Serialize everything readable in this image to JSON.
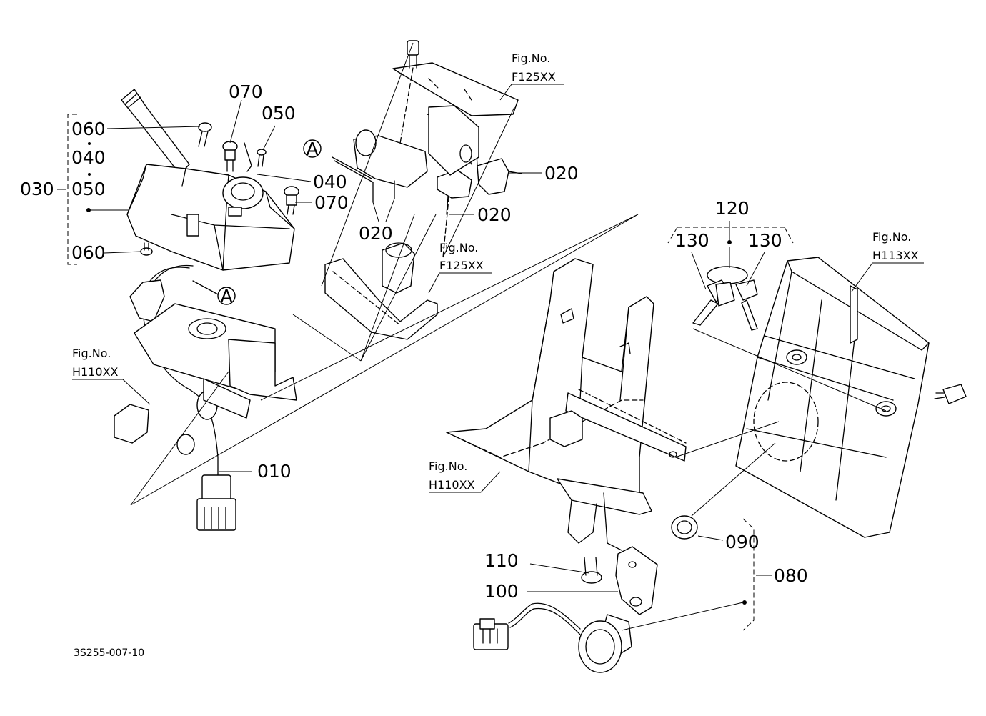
{
  "diagram": {
    "part_numbers": {
      "p010": "010",
      "p020a": "020",
      "p020b": "020",
      "p020c": "020",
      "p030": "030",
      "p040a": "040",
      "p040b": "040",
      "p050a": "050",
      "p050b": "050",
      "p060a": "060",
      "p060b": "060",
      "p070a": "070",
      "p070b": "070",
      "p080": "080",
      "p090": "090",
      "p100": "100",
      "p110": "110",
      "p120": "120",
      "p130a": "130",
      "p130b": "130"
    },
    "callout_marker": "A",
    "figure_refs": {
      "f125_top_label": "Fig.No.",
      "f125_top_code": "F125XX",
      "f125_mid_label": "Fig.No.",
      "f125_mid_code": "F125XX",
      "h110_left_label": "Fig.No.",
      "h110_left_code": "H110XX",
      "h110_right_label": "Fig.No.",
      "h110_right_code": "H110XX",
      "h113_label": "Fig.No.",
      "h113_code": "H113XX"
    },
    "drawing_code": "3S255-007-10"
  }
}
